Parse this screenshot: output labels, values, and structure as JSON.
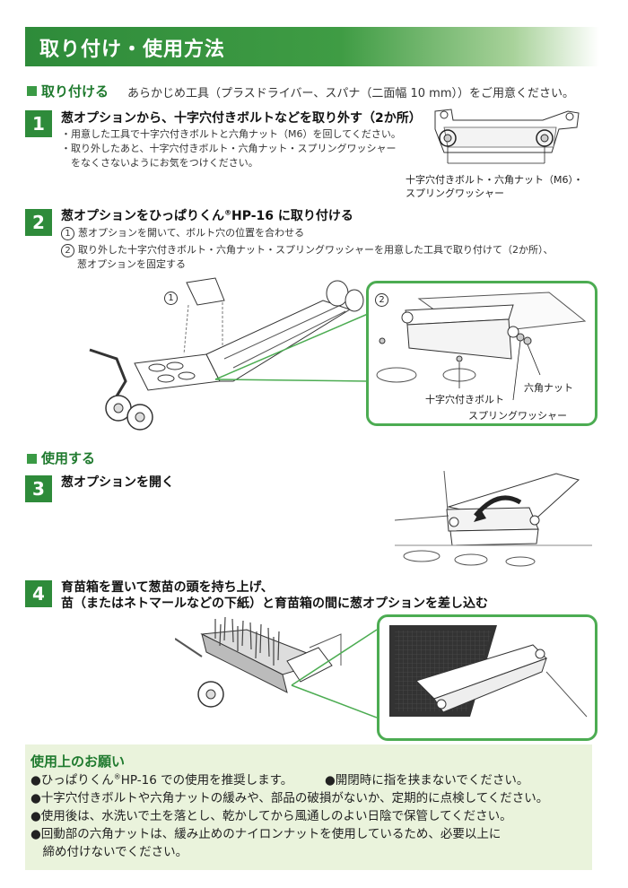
{
  "header": {
    "title": "取り付け・使用方法"
  },
  "install": {
    "label": "取り付ける",
    "note": "あらかじめ工具（プラスドライバー、スパナ（二面幅 10 mm））をご用意ください。"
  },
  "step1": {
    "number": "1",
    "title": "葱オプションから、十字穴付きボルトなどを取り外す（2か所）",
    "bullets": [
      "・用意した工具で十字穴付きボルトと六角ナット（M6）を回してください。",
      "・取り外したあと、十字穴付きボルト・六角ナット・スプリングワッシャー",
      "　をなくさないようにお気をつけください。"
    ],
    "callout_line1": "十字穴付きボルト・六角ナット（M6）・",
    "callout_line2": "スプリングワッシャー"
  },
  "step2": {
    "number": "2",
    "title_pre": "葱オプションをひっぱりくん",
    "title_reg": "®",
    "title_post": "HP-16 に取り付ける",
    "sub1_num": "1",
    "sub1": "葱オプションを開いて、ボルト穴の位置を合わせる",
    "sub2_num": "2",
    "sub2_line1": "取り外した十字穴付きボルト・六角ナット・スプリングワッシャーを用意した工具で取り付けて（2か所）、",
    "sub2_line2": "葱オプションを固定する",
    "fig1_num": "1",
    "fig2_num": "2",
    "label_nut": "六角ナット",
    "label_bolt": "十字穴付きボルト",
    "label_washer": "スプリングワッシャー"
  },
  "use": {
    "label": "使用する"
  },
  "step3": {
    "number": "3",
    "title": "葱オプションを開く"
  },
  "step4": {
    "number": "4",
    "title_line1": "育苗箱を置いて葱苗の頭を持ち上げ、",
    "title_line2": "苗（またはネトマールなどの下紙）と育苗箱の間に葱オプションを差し込む"
  },
  "notes": {
    "title": "使用上のお願い",
    "line1a": "●ひっぱりくん",
    "line1reg": "®",
    "line1b": "HP-16 での使用を推奨します。",
    "line1c": "●開閉時に指を挟まないでください。",
    "line2": "●十字穴付きボルトや六角ナットの緩みや、部品の破損がないか、定期的に点検してください。",
    "line3": "●使用後は、水洗いで土を落とし、乾かしてから風通しのよい日陰で保管してください。",
    "line4": "●回動部の六角ナットは、緩み止めのナイロンナットを使用しているため、必要以上に",
    "line5": "　締め付けないでください。"
  },
  "colors": {
    "accent": "#2e8b3a",
    "note_bg": "#eaf3dc",
    "frame": "#4cac52"
  }
}
